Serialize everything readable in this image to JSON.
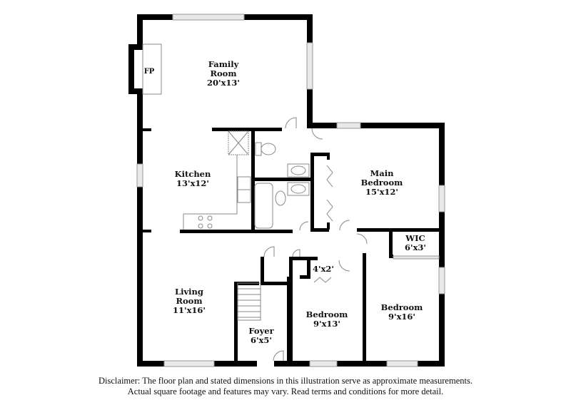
{
  "rooms": {
    "family_room": {
      "name_line1": "Family",
      "name_line2": "Room",
      "dims": "20'x13'"
    },
    "fireplace": {
      "label": "FP"
    },
    "kitchen": {
      "name": "Kitchen",
      "dims": "13'x12'"
    },
    "main_bedroom": {
      "name_line1": "Main",
      "name_line2": "Bedroom",
      "dims": "15'x12'"
    },
    "wic": {
      "name": "WIC",
      "dims": "6'x3'"
    },
    "closet": {
      "dims": "4'x2'"
    },
    "living_room": {
      "name_line1": "Living",
      "name_line2": "Room",
      "dims": "11'x16'"
    },
    "foyer": {
      "name": "Foyer",
      "dims": "6'x5'"
    },
    "bedroom_2": {
      "name": "Bedroom",
      "dims": "9'x13'"
    },
    "bedroom_3": {
      "name": "Bedroom",
      "dims": "9'x16'"
    }
  },
  "disclaimer": {
    "line1": "Disclaimer: The floor plan and stated dimensions in this illustration serve as approximate measurements.",
    "line2": "Actual square footage and features may vary. Read terms and conditions for more detail."
  },
  "colors": {
    "wall": "#000000",
    "fixture": "#888888",
    "window": "#cccccc",
    "background": "#ffffff"
  }
}
